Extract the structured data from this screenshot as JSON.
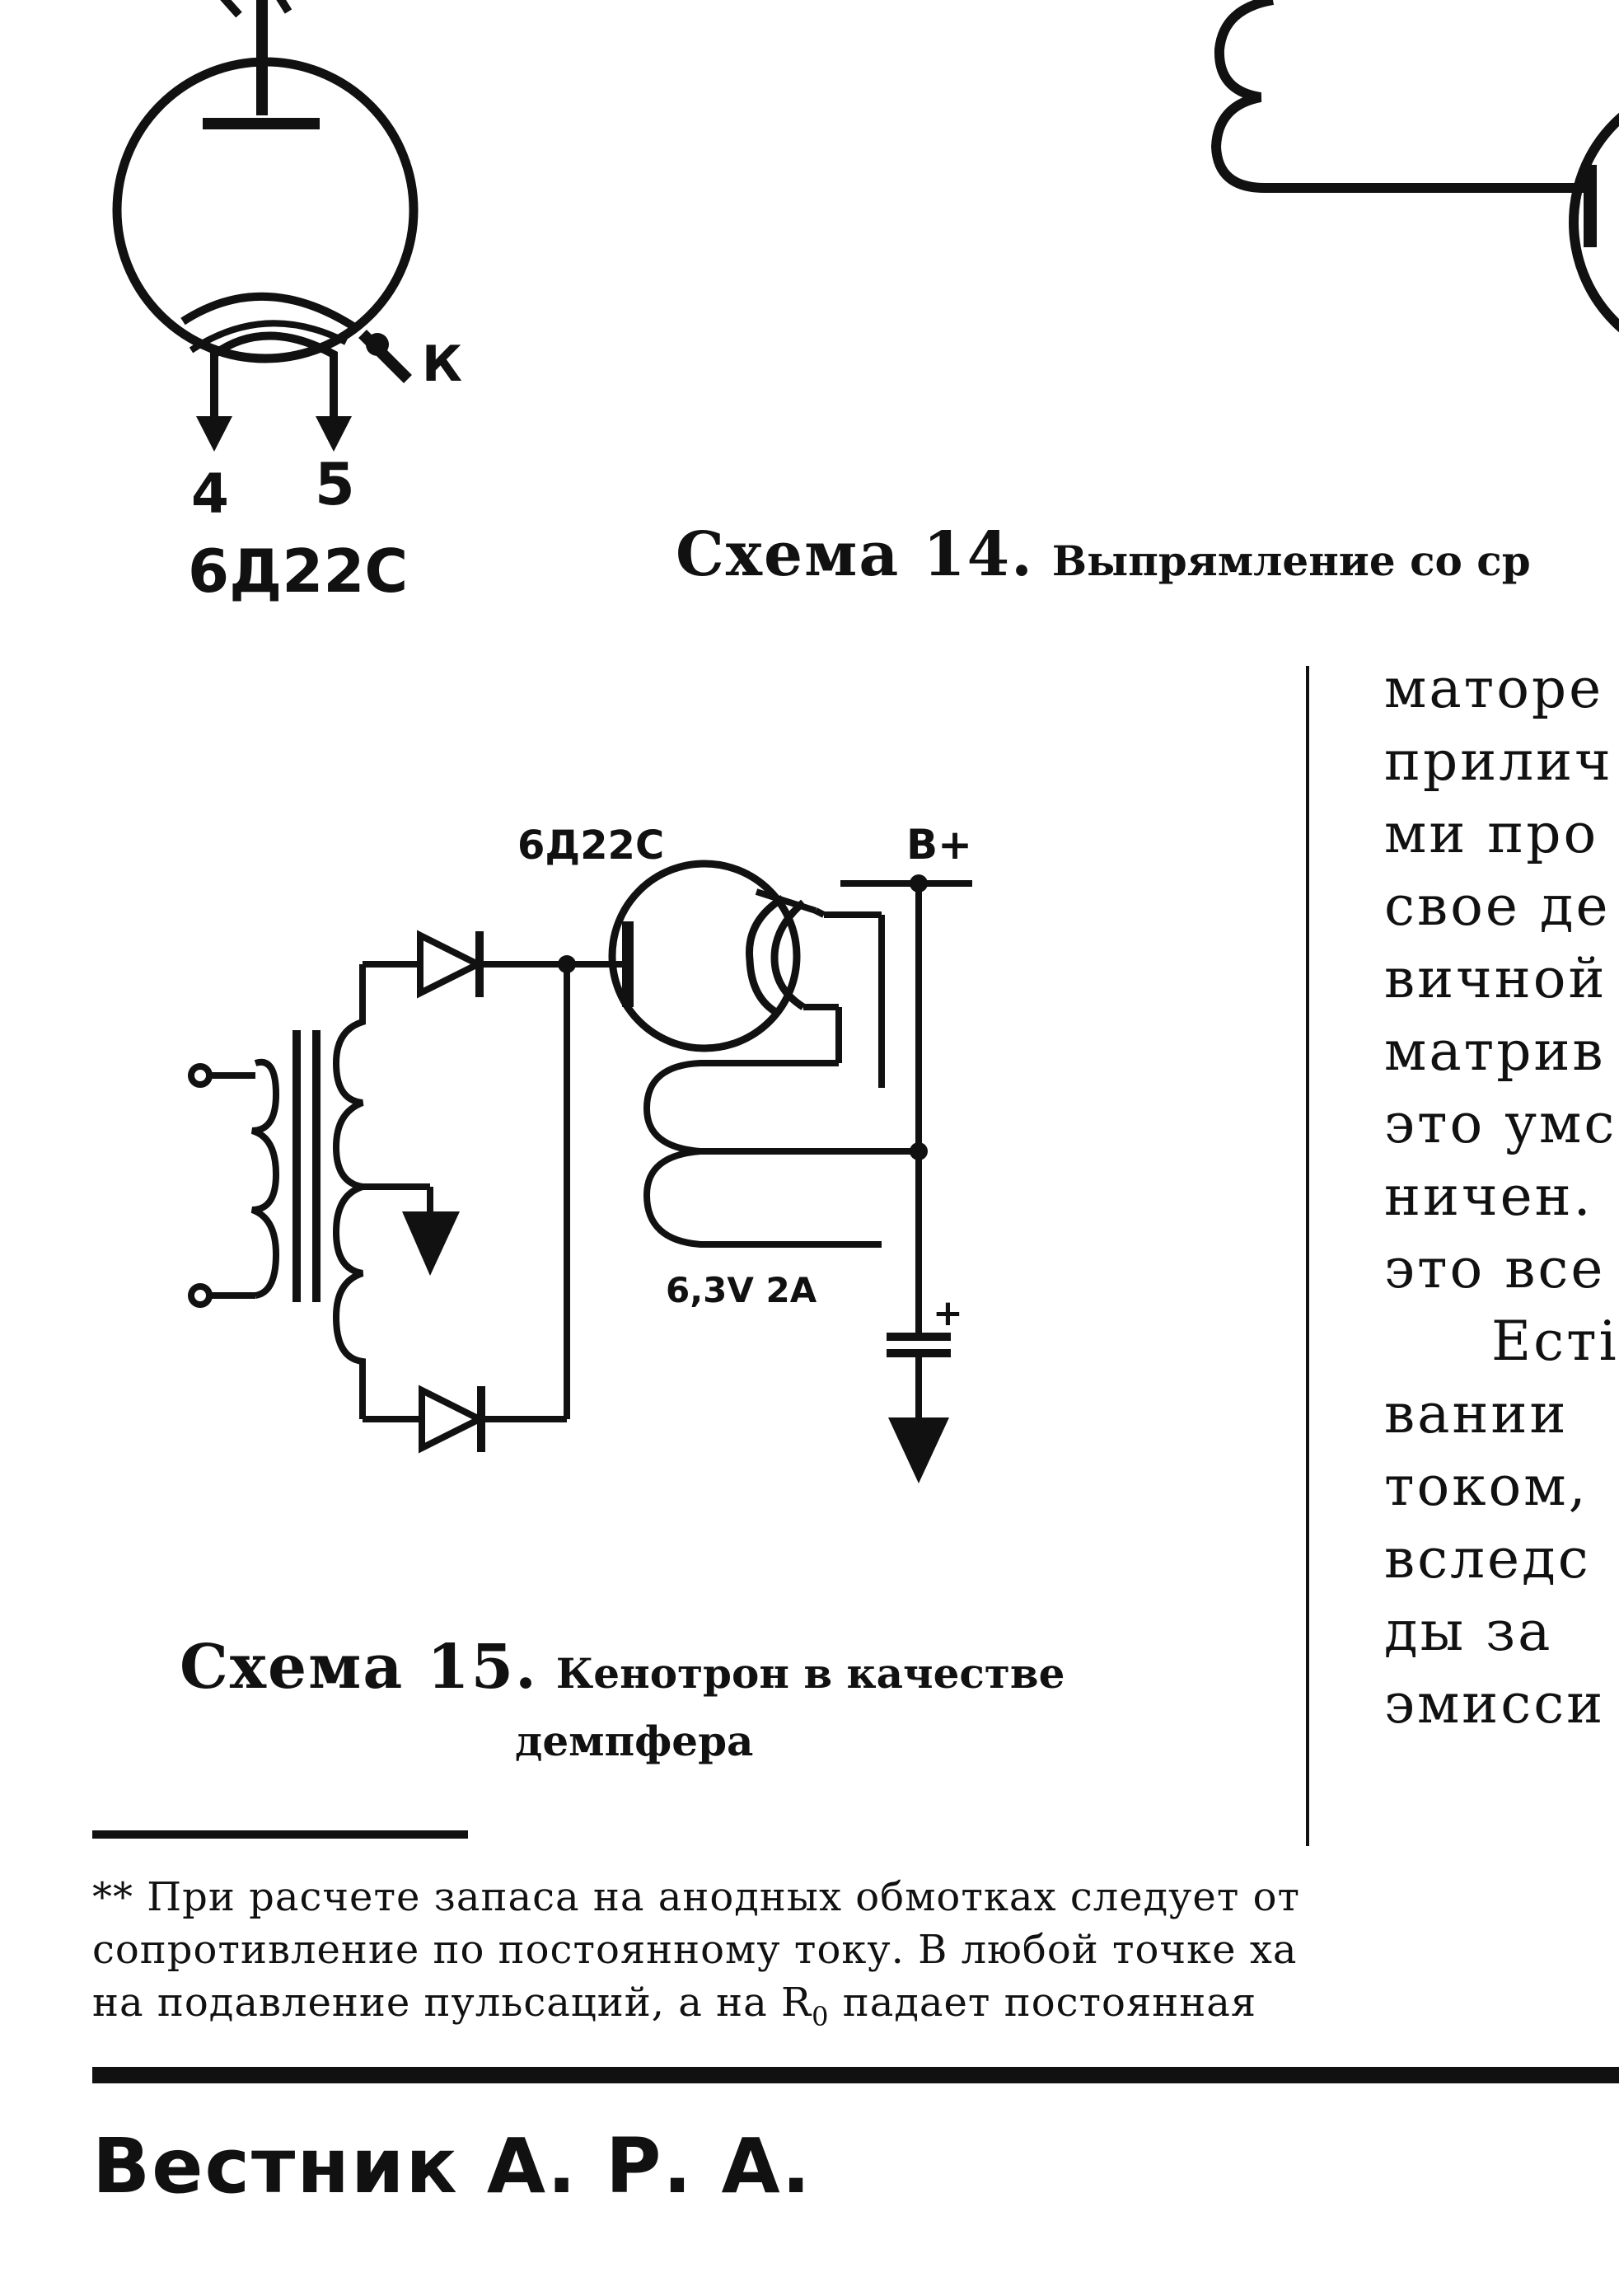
{
  "tube_diagram": {
    "pin_left": "4",
    "pin_right": "5",
    "cathode_label": "К",
    "tube_name": "6Д22С"
  },
  "caption_14": {
    "lead": "Схема 14.",
    "text": "Выпрямление со ср"
  },
  "circuit_15": {
    "tube_label": "6Д22С",
    "bplus_label": "B+",
    "filament_label": "6,3V 2A",
    "cap_plus_label": "+"
  },
  "caption_15": {
    "lead": "Схема 15.",
    "text1": "Кенотрон в качестве",
    "text2": "демпфера"
  },
  "body_text": {
    "lines": [
      "маторе",
      "прилич",
      "ми про",
      "свое де",
      "вичной",
      "матрив",
      "это умс",
      "ничен.",
      "это все",
      "Есті",
      "вании",
      "током,",
      "вследс",
      "ды за",
      "эмисси"
    ]
  },
  "footnote": {
    "line1": "** При расчете запаса на анодных обмотках следует от",
    "line2": "сопротивление по постоянному току. В любой точке ха",
    "line3_pre": "на подавление пульсаций, а на R",
    "line3_sub": "0",
    "line3_post": " падает постоянная"
  },
  "journal_name": "Вестник А. Р. А."
}
